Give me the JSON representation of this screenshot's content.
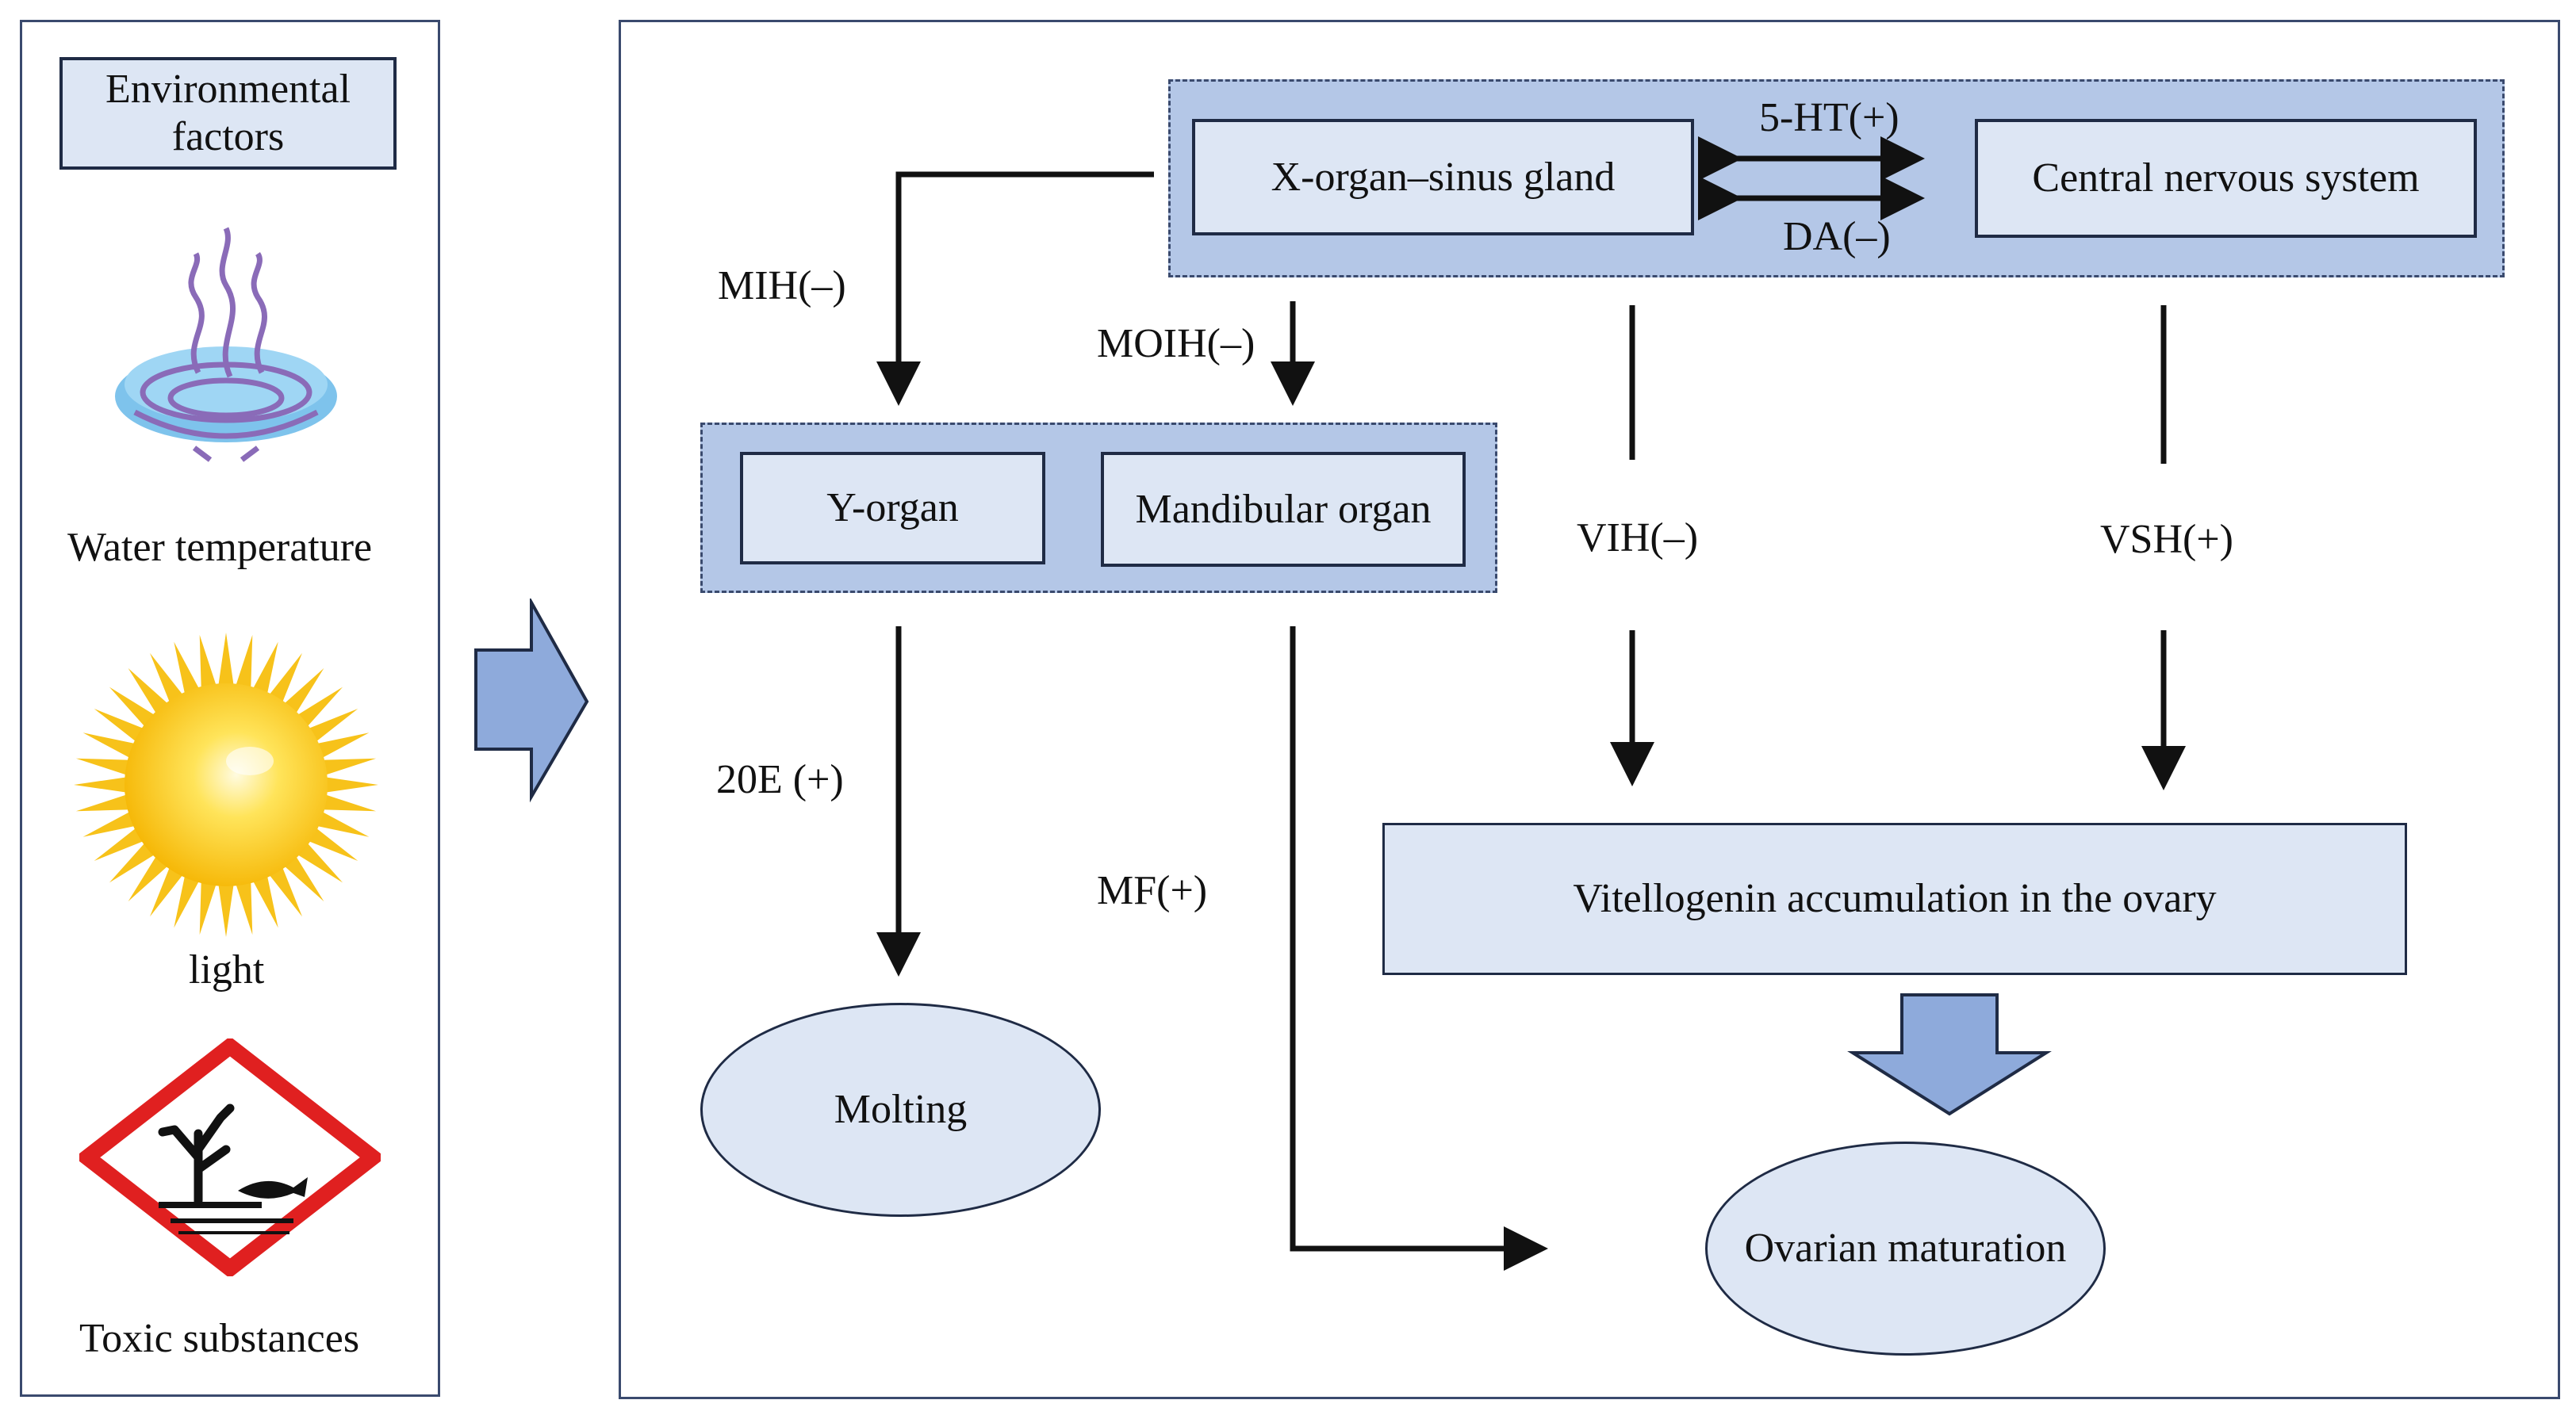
{
  "environmental": {
    "title": "Environmental factors",
    "items": [
      {
        "label": "Water temperature",
        "icon": "steaming-water-icon"
      },
      {
        "label": "light",
        "icon": "sun-icon"
      },
      {
        "label": "Toxic substances",
        "icon": "environmental-hazard-icon"
      }
    ]
  },
  "nodes": {
    "x_organ": "X-organ–sinus gland",
    "cns": "Central nervous system",
    "y_organ": "Y-organ",
    "mandibular": "Mandibular organ",
    "vitellogenin": "Vitellogenin accumulation in the ovary",
    "molting": "Molting",
    "ovarian": "Ovarian maturation"
  },
  "edges": {
    "five_ht": "5-HT(+)",
    "da": "DA(–)",
    "mih": "MIH(–)",
    "moih": "MOIH(–)",
    "vih": "VIH(–)",
    "vsh": "VSH(+)",
    "e20": "20E (+)",
    "mf": "MF(+)"
  },
  "colors": {
    "box_fill": "#dde6f4",
    "group_fill": "#b4c7e7",
    "outline": "#1f2b45",
    "big_arrow": "#8eaadb",
    "hazard_red": "#e02020"
  }
}
